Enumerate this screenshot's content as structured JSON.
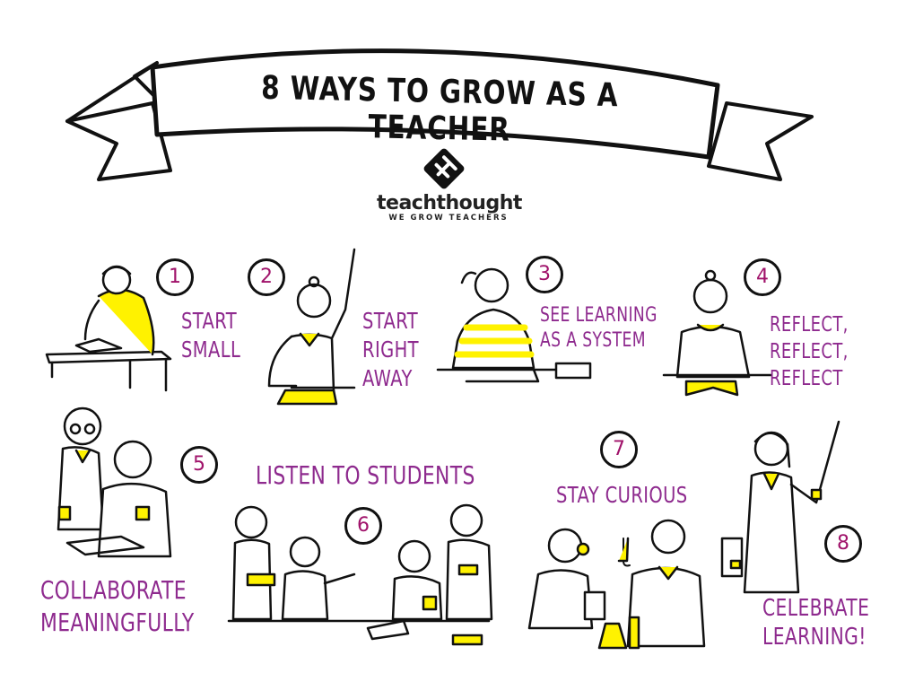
{
  "title": "8 WAYS TO GROW AS A TEACHER",
  "brand": {
    "name": "teachthought",
    "tagline": "WE GROW TEACHERS"
  },
  "colors": {
    "label": "#8e2a8e",
    "number": "#a0126a",
    "accent": "#fff200",
    "ink": "#111111"
  },
  "items": [
    {
      "number": "1",
      "label": "START\nSMALL"
    },
    {
      "number": "2",
      "label": "START\nRIGHT\nAWAY"
    },
    {
      "number": "3",
      "label": "SEE LEARNING\nAS A SYSTEM"
    },
    {
      "number": "4",
      "label": "REFLECT,\nREFLECT,\nREFLECT"
    },
    {
      "number": "5",
      "label": "COLLABORATE\nMEANINGFULLY"
    },
    {
      "number": "6",
      "label": "LISTEN TO STUDENTS"
    },
    {
      "number": "7",
      "label": "STAY CURIOUS"
    },
    {
      "number": "8",
      "label": "CELEBRATE\nLEARNING!"
    }
  ]
}
